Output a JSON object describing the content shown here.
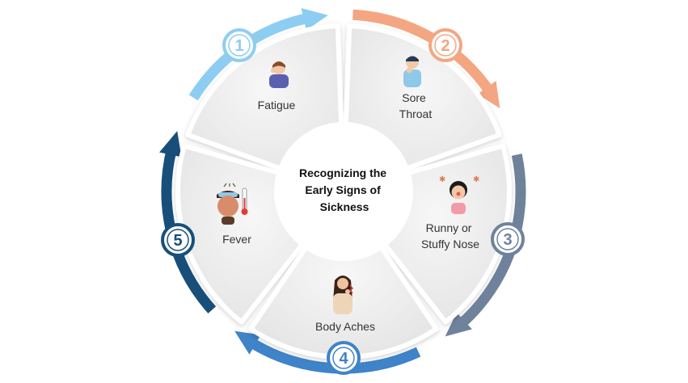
{
  "diagram": {
    "center_title": [
      "Recognizing the",
      "Early Signs of",
      "Sickness"
    ],
    "steps": [
      {
        "number": "1",
        "label": [
          "Fatigue"
        ],
        "color": "#8ecdf2",
        "icon": "tired-person-icon"
      },
      {
        "number": "2",
        "label": [
          "Sore",
          "Throat"
        ],
        "color": "#f3a681",
        "icon": "sore-throat-person-icon"
      },
      {
        "number": "3",
        "label": [
          "Runny or",
          "Stuffy Nose"
        ],
        "color": "#6f829c",
        "icon": "sneezing-girl-icon"
      },
      {
        "number": "4",
        "label": [
          "Body Aches"
        ],
        "color": "#3f83c8",
        "icon": "aching-woman-icon"
      },
      {
        "number": "5",
        "label": [
          "Fever"
        ],
        "color": "#174f7a",
        "icon": "feverish-boy-with-thermometer-icon"
      }
    ]
  }
}
